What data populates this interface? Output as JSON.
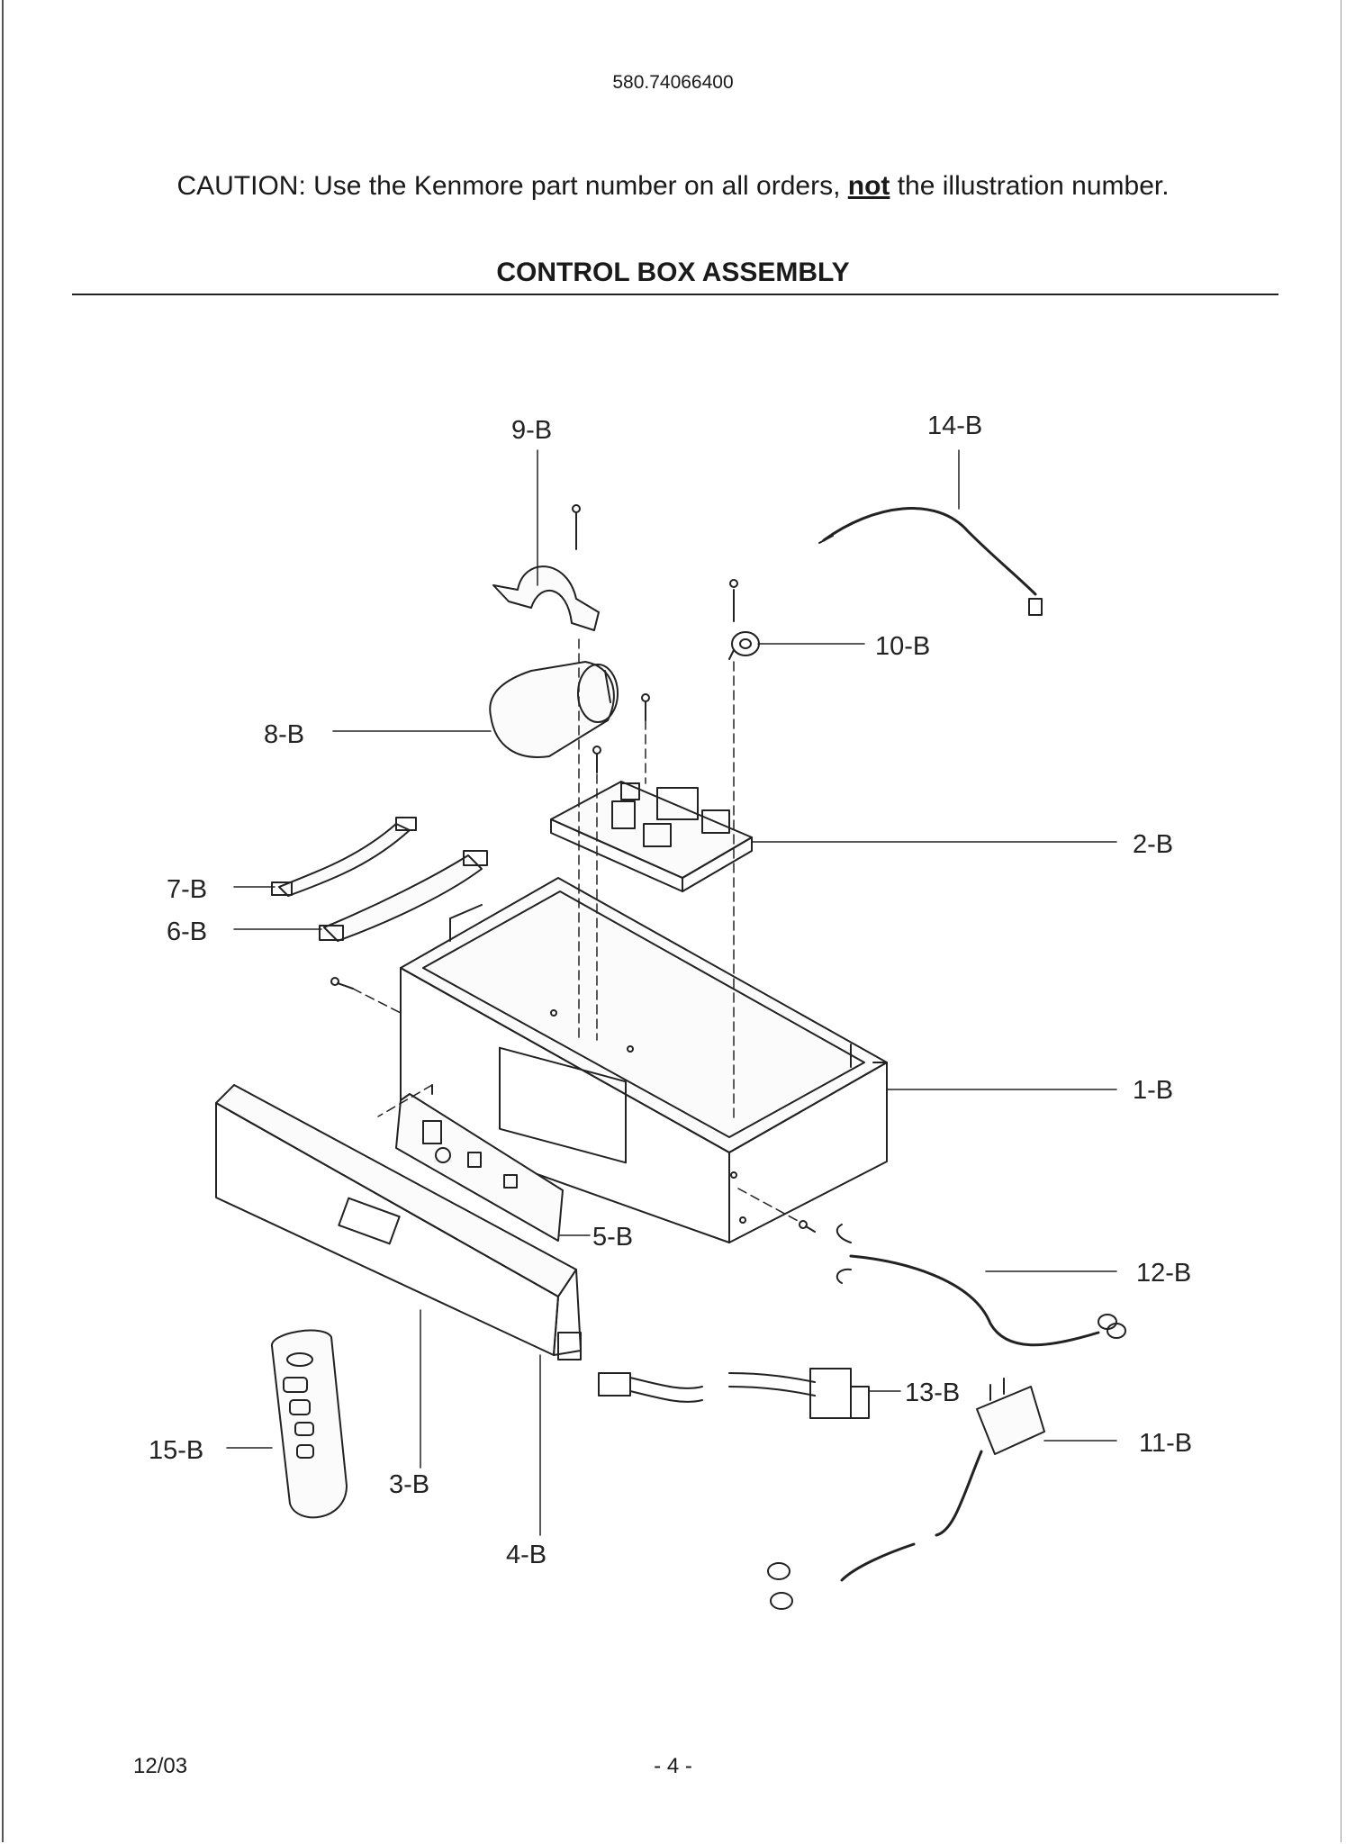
{
  "header": {
    "model_number": "580.74066400",
    "caution_prefix": "CAUTION: Use the Kenmore part number on all orders, ",
    "caution_emphasis": "not",
    "caution_suffix": " the illustration number.",
    "section_title": "CONTROL BOX ASSEMBLY"
  },
  "callouts": {
    "p1": "1-B",
    "p2": "2-B",
    "p3": "3-B",
    "p4": "4-B",
    "p5": "5-B",
    "p6": "6-B",
    "p7": "7-B",
    "p8": "8-B",
    "p9": "9-B",
    "p10": "10-B",
    "p11": "11-B",
    "p12": "12-B",
    "p13": "13-B",
    "p14": "14-B",
    "p15": "15-B"
  },
  "footer": {
    "date": "12/03",
    "page": "- 4 -"
  }
}
